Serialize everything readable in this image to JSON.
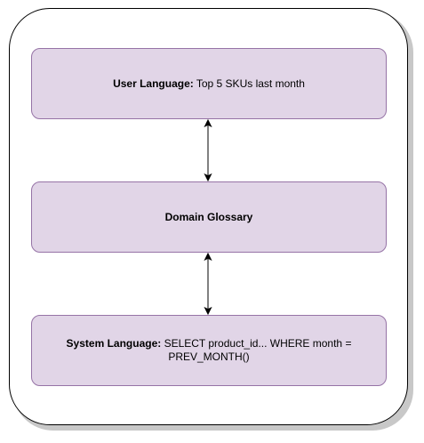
{
  "boxes": {
    "user": {
      "label_bold": "User Language:",
      "label_rest": " Top 5 SKUs last month"
    },
    "glossary": {
      "label_bold": "Domain Glossary",
      "label_rest": ""
    },
    "system": {
      "label_bold": "System Language:",
      "label_rest": " SELECT product_id... WHERE month = PREV_MONTH()"
    }
  },
  "colors": {
    "box_fill": "#e1d5e7",
    "box_stroke": "#9673a6",
    "frame_stroke": "#000000",
    "arrow": "#000000"
  }
}
